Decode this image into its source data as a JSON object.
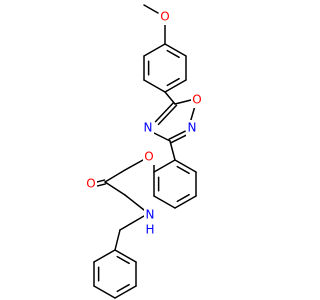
{
  "molecule": {
    "atom_labels": {
      "methoxy_o": "O",
      "oxadiazole_o": "O",
      "oxadiazole_n_left": "N",
      "oxadiazole_n_bottom": "N",
      "ether_o": "O",
      "carbonyl_o": "O",
      "amide_n": "N",
      "amide_h": "H"
    },
    "colors": {
      "bond": "#000000",
      "oxygen": "#ff0000",
      "nitrogen": "#0000ff"
    }
  }
}
